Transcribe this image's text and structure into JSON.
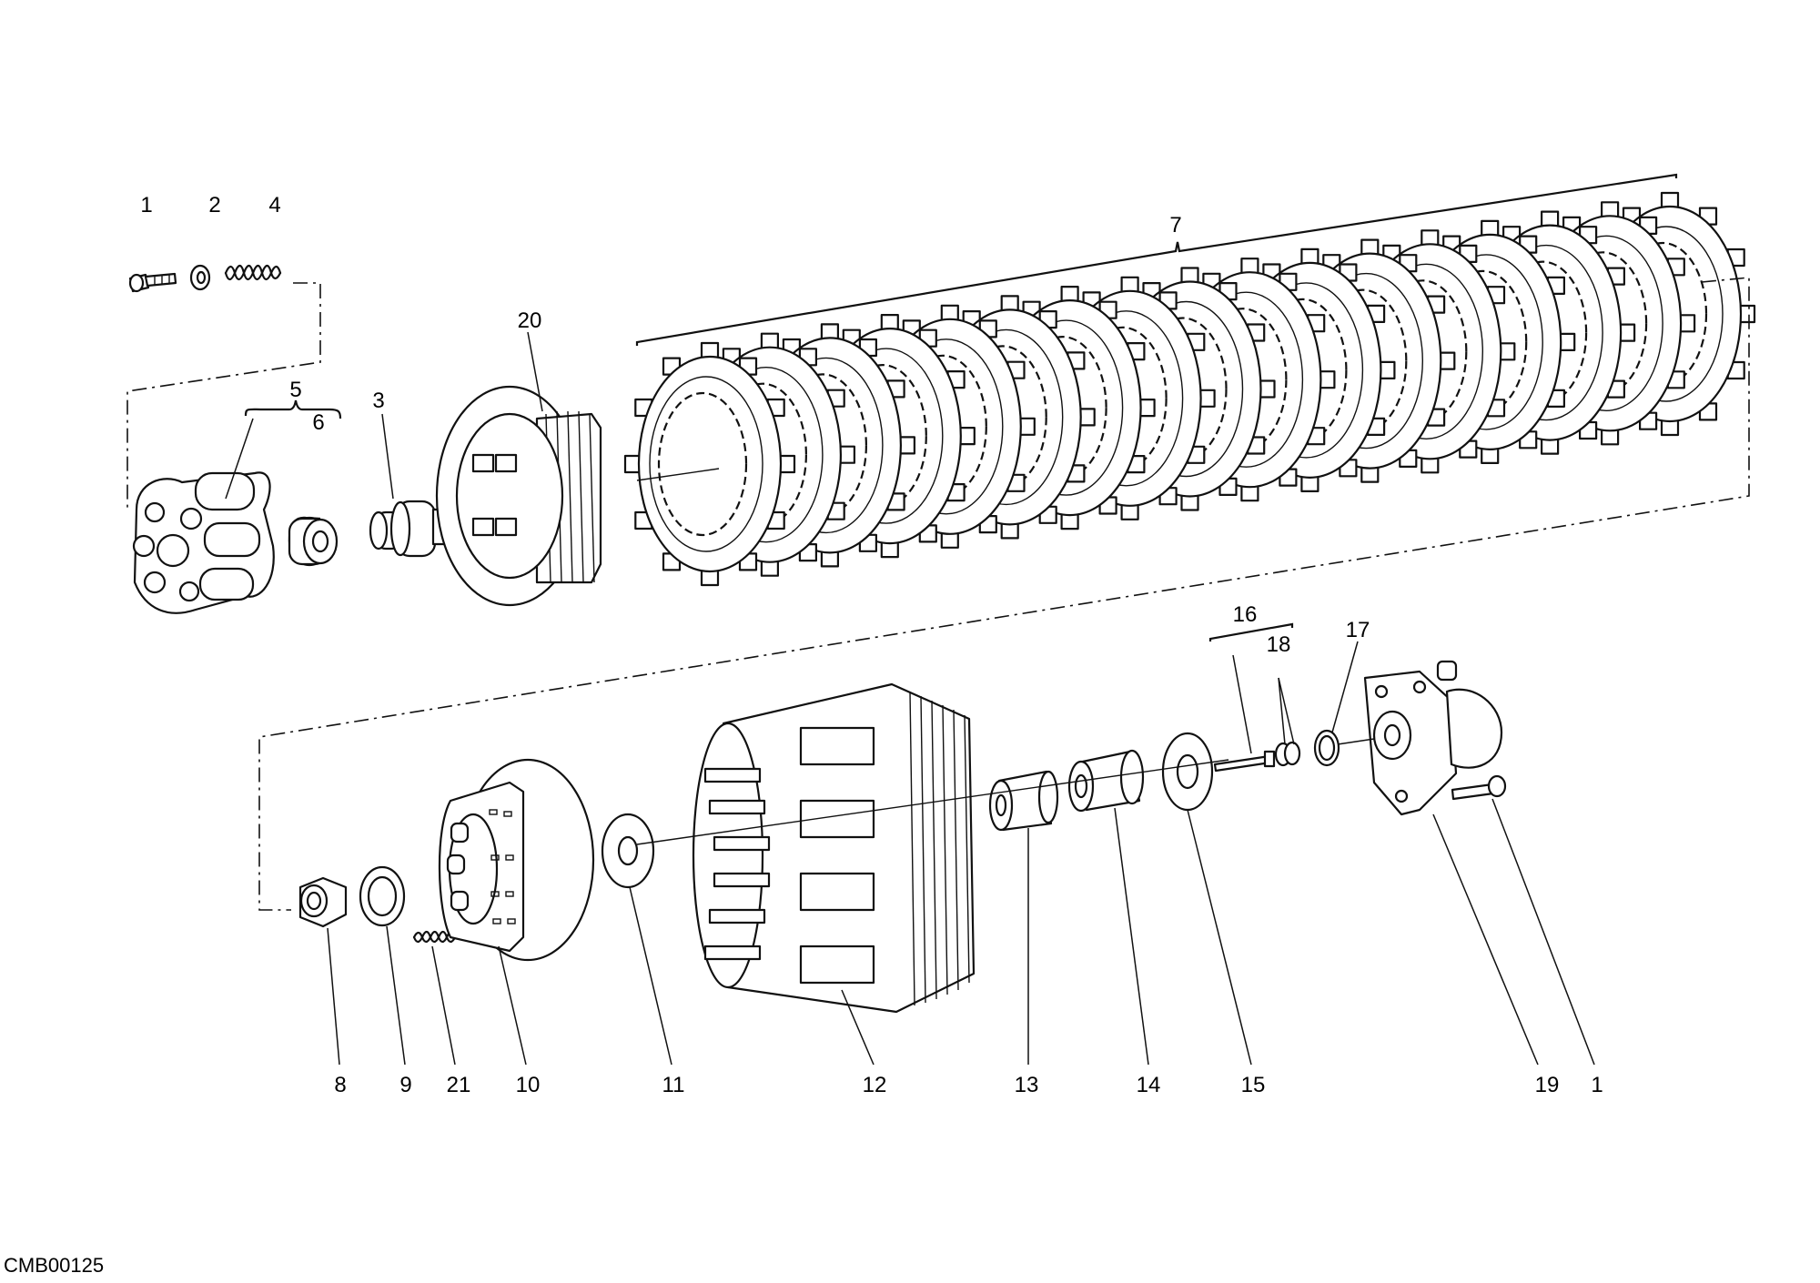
{
  "drawing_code": "CMB00125",
  "callouts": [
    {
      "id": "c-1a",
      "text": "1"
    },
    {
      "id": "c-2",
      "text": "2"
    },
    {
      "id": "c-4",
      "text": "4"
    },
    {
      "id": "c-7",
      "text": "7"
    },
    {
      "id": "c-20",
      "text": "20"
    },
    {
      "id": "c-5",
      "text": "5"
    },
    {
      "id": "c-3",
      "text": "3"
    },
    {
      "id": "c-6",
      "text": "6"
    },
    {
      "id": "c-16",
      "text": "16"
    },
    {
      "id": "c-18",
      "text": "18"
    },
    {
      "id": "c-17",
      "text": "17"
    },
    {
      "id": "c-8",
      "text": "8"
    },
    {
      "id": "c-9",
      "text": "9"
    },
    {
      "id": "c-21",
      "text": "21"
    },
    {
      "id": "c-10",
      "text": "10"
    },
    {
      "id": "c-11",
      "text": "11"
    },
    {
      "id": "c-12",
      "text": "12"
    },
    {
      "id": "c-13",
      "text": "13"
    },
    {
      "id": "c-14",
      "text": "14"
    },
    {
      "id": "c-15",
      "text": "15"
    },
    {
      "id": "c-19",
      "text": "19"
    },
    {
      "id": "c-1b",
      "text": "1"
    }
  ]
}
